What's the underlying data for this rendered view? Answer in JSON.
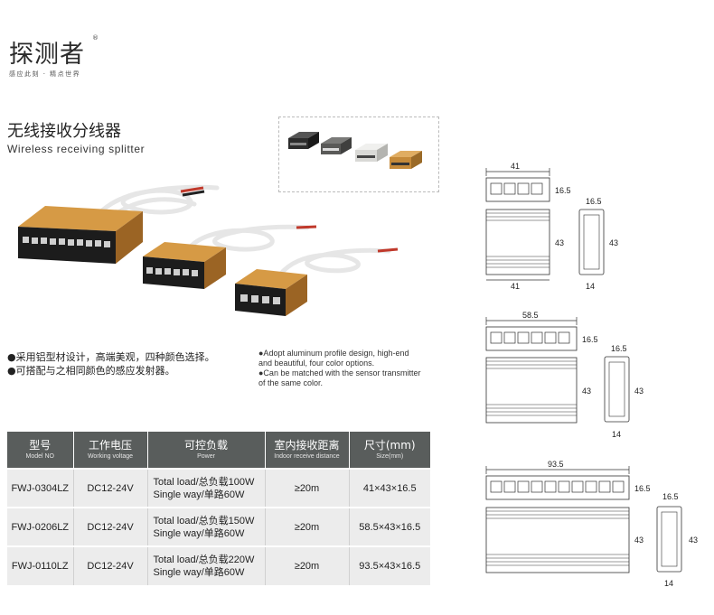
{
  "brand": {
    "name": "探测者",
    "registered": "®",
    "slogan": "感应此刻 · 精点世界"
  },
  "product": {
    "title_zh": "无线接收分线器",
    "title_en": "Wireless receiving splitter"
  },
  "features_zh": [
    "●采用铝型材设计，高端美观，四种颜色选择。",
    "●可搭配与之相同颜色的感应发射器。"
  ],
  "features_en": [
    "●Adopt aluminum profile design, high-end",
    "and beautiful, four color options.",
    "●Can be matched with the sensor transmitter",
    "of the same color."
  ],
  "color_options": [
    {
      "name": "black",
      "color": "#2c2c2c"
    },
    {
      "name": "dark-grey",
      "color": "#5a5a58"
    },
    {
      "name": "silver",
      "color": "#d9d9d6"
    },
    {
      "name": "gold",
      "color": "#c58a3a"
    }
  ],
  "table": {
    "headers": [
      {
        "zh": "型号",
        "en": "Model NO"
      },
      {
        "zh": "工作电压",
        "en": "Working voltage"
      },
      {
        "zh": "可控负载",
        "en": "Power"
      },
      {
        "zh": "室内接收距离",
        "en": "Indoor receive distance"
      },
      {
        "zh": "尺寸(mm)",
        "en": "Size(mm)"
      }
    ],
    "rows": [
      {
        "model": "FWJ-0304LZ",
        "voltage": "DC12-24V",
        "load_total": "Total load/总负载100W",
        "load_single": "Single way/单路60W",
        "distance": "≥20m",
        "size": "41×43×16.5"
      },
      {
        "model": "FWJ-0206LZ",
        "voltage": "DC12-24V",
        "load_total": "Total load/总负载150W",
        "load_single": "Single way/单路60W",
        "distance": "≥20m",
        "size": "58.5×43×16.5"
      },
      {
        "model": "FWJ-0110LZ",
        "voltage": "DC12-24V",
        "load_total": "Total load/总负载220W",
        "load_single": "Single way/单路60W",
        "distance": "≥20m",
        "size": "93.5×43×16.5"
      }
    ]
  },
  "drawings": [
    {
      "ports": 4,
      "width": "41",
      "depth": "16.5",
      "height": "43",
      "side_depth": "16.5",
      "side_width": "14",
      "side_height": "43"
    },
    {
      "ports": 6,
      "width": "58.5",
      "depth": "16.5",
      "height": "43",
      "side_depth": "16.5",
      "side_width": "14",
      "side_height": "43"
    },
    {
      "ports": 10,
      "width": "93.5",
      "depth": "16.5",
      "height": "43",
      "side_depth": "16.5",
      "side_width": "14",
      "side_height": "43"
    }
  ]
}
